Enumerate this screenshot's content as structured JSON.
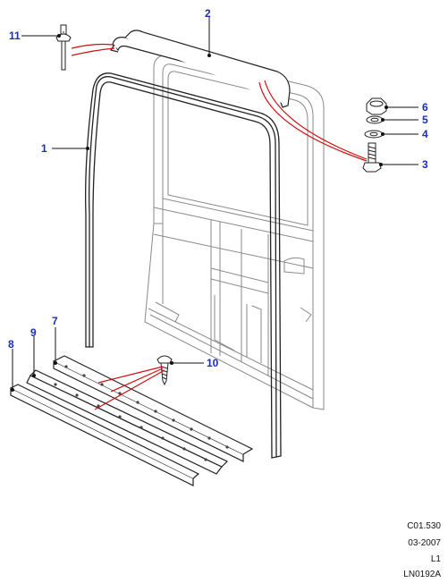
{
  "callouts": {
    "c1": "1",
    "c2": "2",
    "c3": "3",
    "c4": "4",
    "c5": "5",
    "c6": "6",
    "c7": "7",
    "c8": "8",
    "c9": "9",
    "c10": "10",
    "c11": "11"
  },
  "reference": {
    "code": "C01.530",
    "date": "03-2007",
    "level": "L1",
    "illustration": "LN0192A"
  },
  "colors": {
    "callout_text": "#1a2fb3",
    "leader_line": "#cc1111",
    "part_outline": "#222222",
    "frame_outline": "#8a8a8a"
  }
}
